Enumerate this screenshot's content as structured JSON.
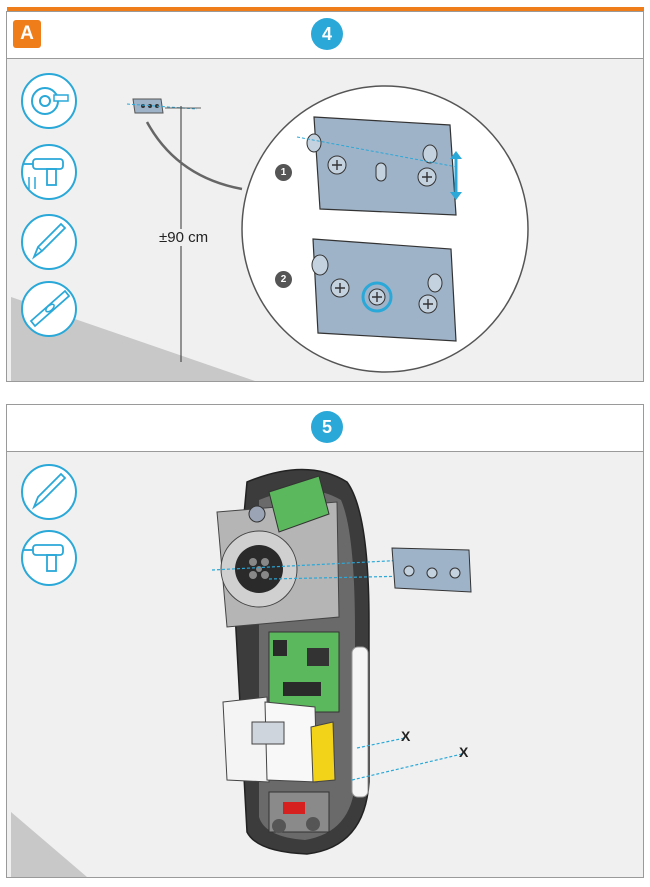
{
  "header": {
    "section_badge": "A"
  },
  "panel_a": {
    "step_number": "4",
    "measurement": "±90 cm",
    "detail_steps": [
      "1",
      "2"
    ],
    "tools": [
      "tape-measure-icon",
      "drill-icon",
      "pencil-icon",
      "spirit-level-icon"
    ]
  },
  "panel_b": {
    "step_number": "5",
    "markers": [
      "X",
      "X"
    ],
    "tools": [
      "pencil-icon",
      "drill-icon"
    ]
  },
  "colors": {
    "accent": "#ef7d1a",
    "step_blue": "#2aa8d8",
    "bracket": "#9fb3c8",
    "pcb_green": "#5cb85c",
    "breaker_yellow": "#f3d21a"
  }
}
